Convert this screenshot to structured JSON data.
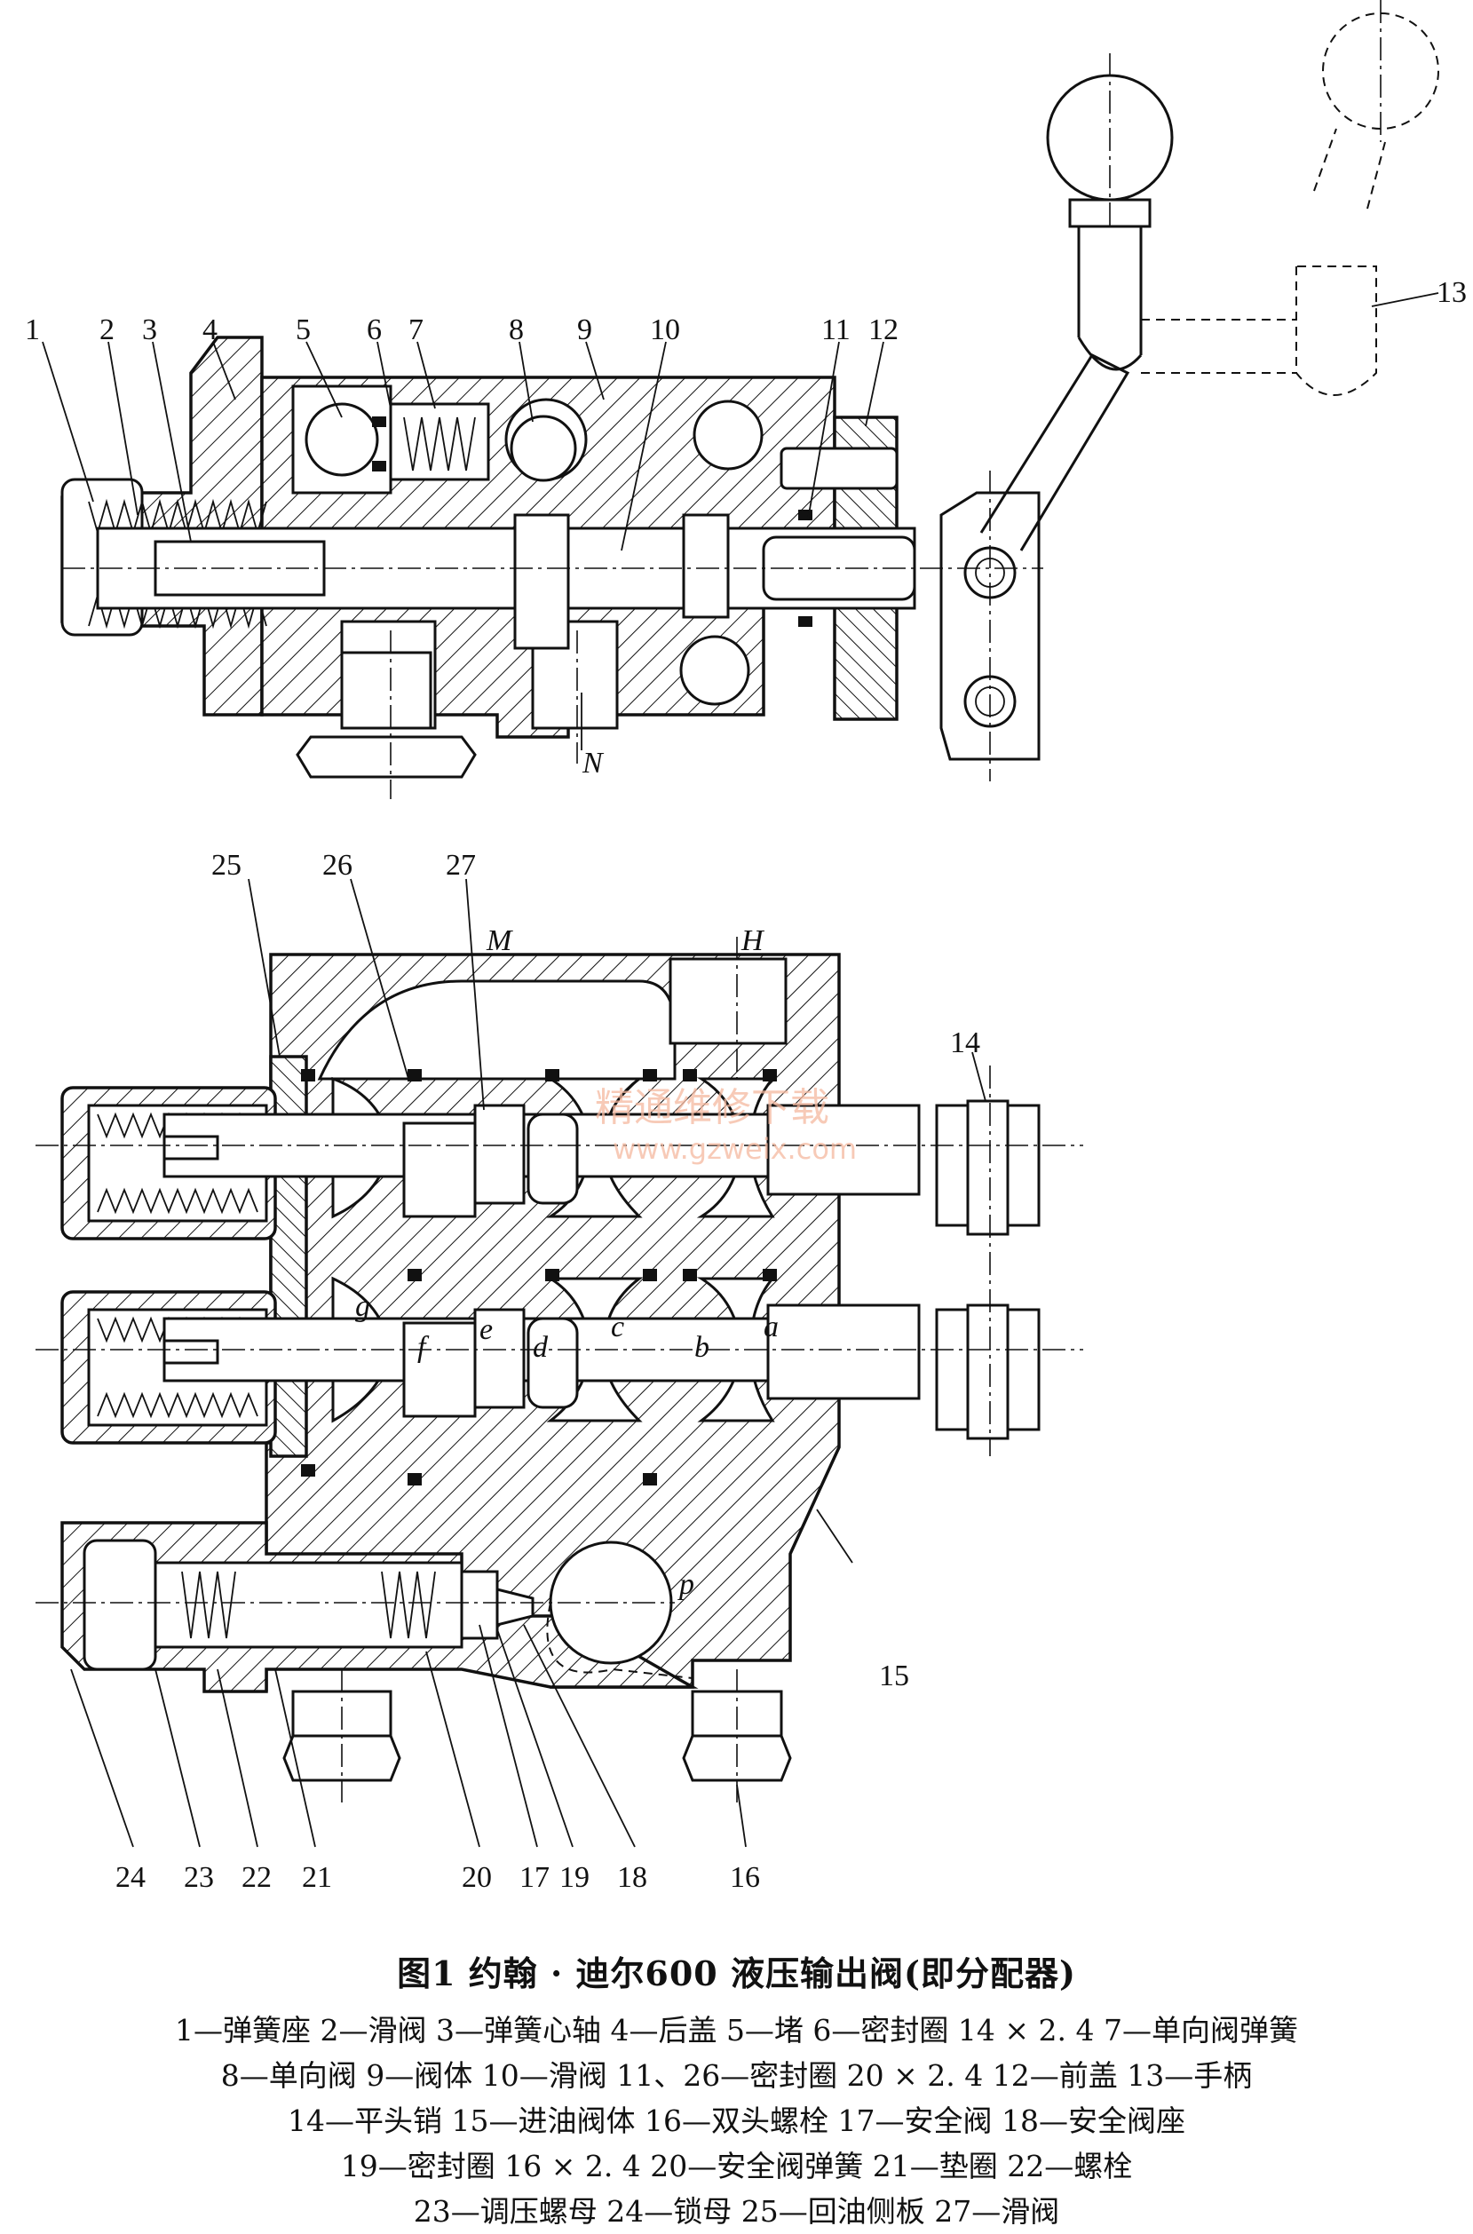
{
  "labels_top": {
    "n1": "1",
    "n2": "2",
    "n3": "3",
    "n4": "4",
    "n5": "5",
    "n6": "6",
    "n7": "7",
    "n8": "8",
    "n9": "9",
    "n10": "10",
    "n11": "11",
    "n12": "12",
    "n13": "13",
    "port_n": "N"
  },
  "labels_bottom": {
    "n14": "14",
    "n15": "15",
    "n16": "16",
    "n17": "17",
    "n18": "18",
    "n19": "19",
    "n20": "20",
    "n21": "21",
    "n22": "22",
    "n23": "23",
    "n24": "24",
    "n25": "25",
    "n26": "26",
    "n27": "27",
    "port_m": "M",
    "port_h": "H",
    "port_p": "p",
    "ch_a": "a",
    "ch_b": "b",
    "ch_c": "c",
    "ch_d": "d",
    "ch_e": "e",
    "ch_f": "f",
    "ch_g": "g"
  },
  "watermark": {
    "line1": "精通维修下载",
    "line2": "www.gzweix.com"
  },
  "caption": {
    "title": "图1   约翰 · 迪尔600 液压输出阀(即分配器)",
    "legend": [
      "1—弹簧座   2—滑阀   3—弹簧心轴   4—后盖   5—堵   6—密封圈 14 × 2. 4   7—单向阀弹簧",
      "8—单向阀   9—阀体   10—滑阀   11、26—密封圈 20 × 2. 4   12—前盖   13—手柄",
      "14—平头销   15—进油阀体   16—双头螺栓   17—安全阀   18—安全阀座",
      "19—密封圈 16 × 2. 4   20—安全阀弹簧   21—垫圈   22—螺栓",
      "23—调压螺母   24—锁母   25—回油侧板   27—滑阀"
    ]
  }
}
